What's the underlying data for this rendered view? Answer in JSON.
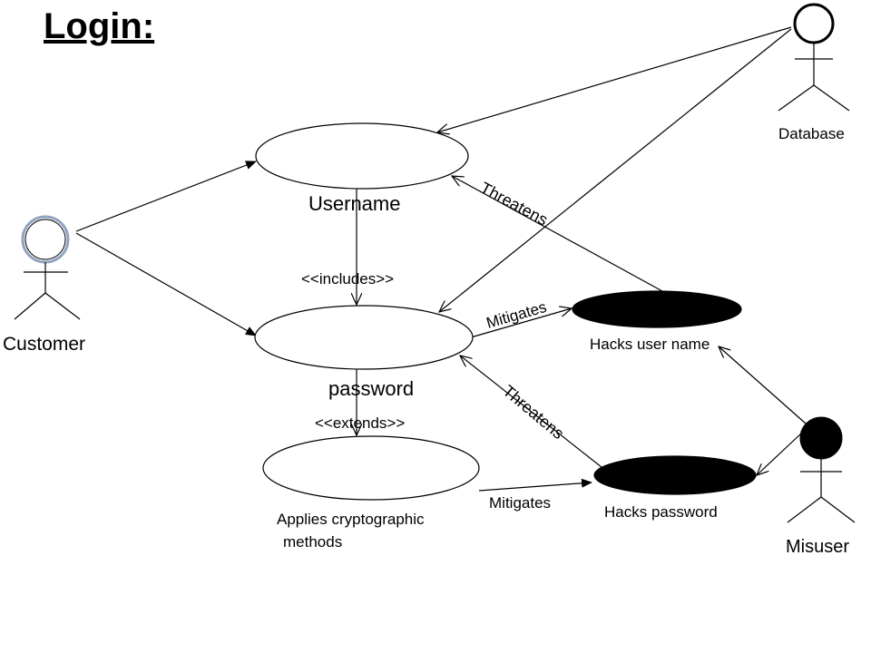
{
  "title": "Login:",
  "actors": {
    "database": "Database",
    "customer": "Customer",
    "misuser": "Misuser"
  },
  "use_cases": {
    "username": "Username",
    "password": "password",
    "crypto_line1": "Applies cryptographic",
    "crypto_line2": "methods"
  },
  "misuse_cases": {
    "hacks_user_name": "Hacks user name",
    "hacks_password": "Hacks password"
  },
  "relations": {
    "includes": "<<includes>>",
    "extends": "<<extends>>",
    "threatens_1": "Threatens",
    "threatens_2": "Threatens",
    "mitigates_1": "Mitigates",
    "mitigates_2": "Mitigates"
  },
  "colors": {
    "misuse_case_fill": "#000000",
    "use_case_fill": "#ffffff",
    "customer_head_border": "#8fa3bf"
  }
}
